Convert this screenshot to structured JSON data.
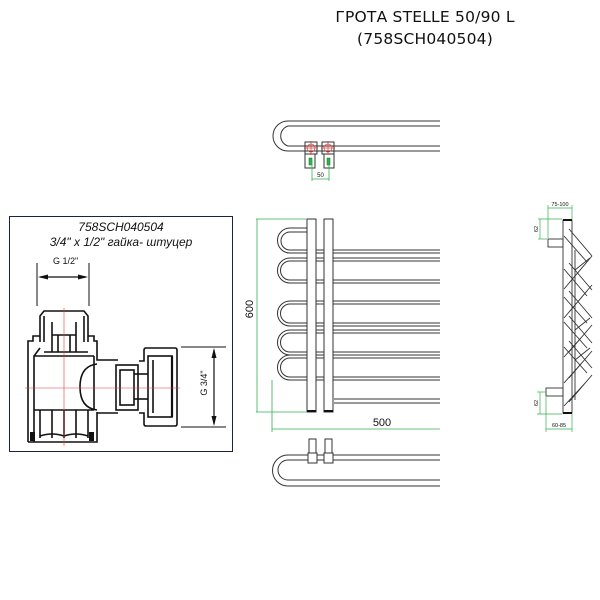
{
  "title": {
    "line1": "ГРОТА STELLE 50/90 L",
    "line2": "(758SCH040504)"
  },
  "inset": {
    "code": "758SCH040504",
    "description": "3/4\" x 1/2\" гайка- штуцер",
    "thread_top_label": "G 1/2\"",
    "thread_side_label": "G 3/4\""
  },
  "top_view": {
    "spacing_label": "50"
  },
  "front_view": {
    "height_label": "600",
    "width_label": "500"
  },
  "side_view": {
    "top_depth_label": "75-100",
    "top_offset_label": "62",
    "bottom_offset_label": "62",
    "bottom_depth_label": "60-85"
  },
  "colors": {
    "line": "#222222",
    "dimension": "#2fb34a",
    "centerline": "#e03a3a",
    "frame": "#1c2340"
  }
}
